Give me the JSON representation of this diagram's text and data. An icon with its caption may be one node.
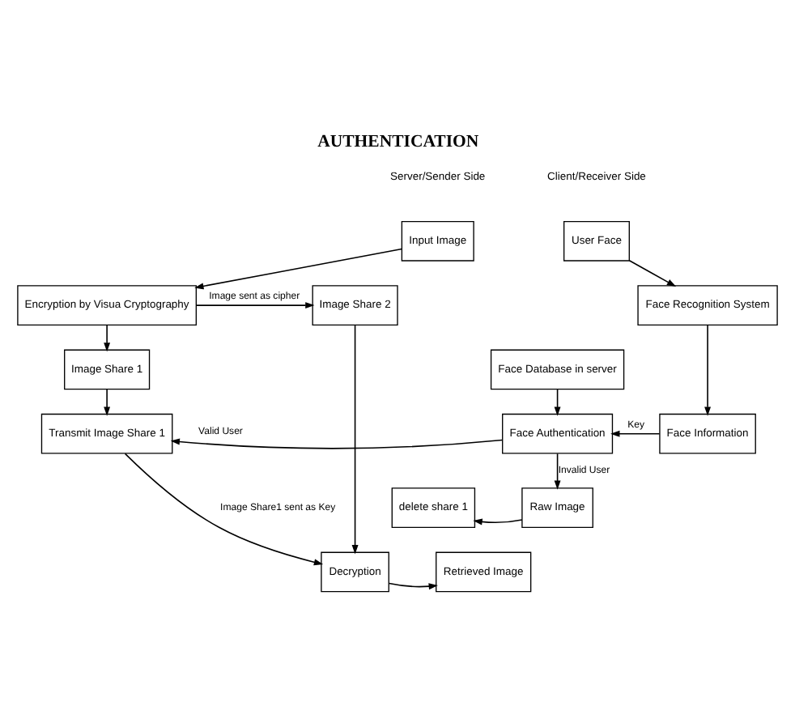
{
  "diagram": {
    "title": "AUTHENTICATION",
    "nodes": [
      {
        "text": [
          "Input Image"
        ]
      },
      {
        "text": [
          "Encryption by Visua Cryptography"
        ]
      },
      {
        "text": [
          "Image Share 2"
        ]
      },
      {
        "text": [
          "User Face"
        ]
      },
      {
        "text": [
          "Face Recognition System"
        ]
      },
      {
        "text": [
          "Image Share 1"
        ]
      },
      {
        "text": [
          "Face Database in server"
        ]
      },
      {
        "text": [
          "Transmit Image Share 1"
        ]
      },
      {
        "text": [
          "Face Authentication"
        ]
      },
      {
        "text": [
          "Face Information"
        ]
      },
      {
        "text": [
          "delete share 1"
        ]
      },
      {
        "text": [
          "Raw Image"
        ]
      },
      {
        "text": [
          "Decryption"
        ]
      },
      {
        "text": [
          "Retrieved Image"
        ]
      }
    ],
    "edges": [
      {
        "from": 0,
        "to": 1,
        "arrow": "to"
      },
      {
        "from": 1,
        "to": 2,
        "arrow": "to",
        "label": "Image sent as cipher"
      },
      {
        "from": 3,
        "to": 4,
        "arrow": "to"
      },
      {
        "from": 1,
        "to": 5,
        "arrow": "to"
      },
      {
        "from": 5,
        "to": 7,
        "arrow": "to"
      },
      {
        "from": 6,
        "to": 8,
        "arrow": "to"
      },
      {
        "from": 8,
        "to": 7,
        "arrow": "to",
        "label": "Valid User"
      },
      {
        "from": 9,
        "to": 8,
        "arrow": "to",
        "label": "Key"
      },
      {
        "from": 4,
        "to": 9,
        "arrow": "to"
      },
      {
        "from": 2,
        "to": 12,
        "arrow": "to"
      },
      {
        "from": 8,
        "to": 11,
        "arrow": "to",
        "label": "Invalid User"
      },
      {
        "from": 11,
        "to": 10,
        "arrow": "to"
      },
      {
        "from": 7,
        "to": 12,
        "arrow": "to",
        "label": "Image Share1 sent as Key"
      },
      {
        "from": 12,
        "to": 13,
        "arrow": "to"
      }
    ],
    "labels": [
      "Server/Sender Side",
      "Client/Receiver Side"
    ]
  }
}
